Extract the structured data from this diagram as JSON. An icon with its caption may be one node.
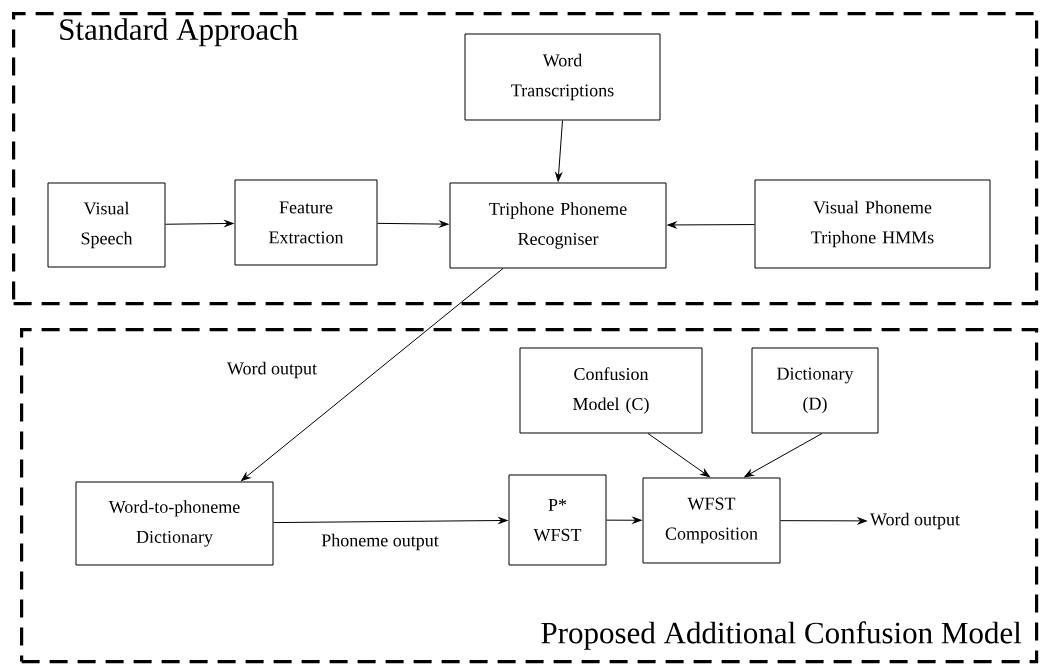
{
  "diagram": {
    "nodes": [
      {
        "text": [
          "Standard Approach"
        ]
      },
      {
        "text": [
          "Word Transcriptions"
        ],
        "in": 0
      },
      {
        "text": [
          "Visual Speech"
        ],
        "in": 0
      },
      {
        "text": [
          "Feature Extraction"
        ],
        "in": 0
      },
      {
        "text": [
          "Triphone Phoneme Recogniser"
        ],
        "in": 0
      },
      {
        "text": [
          "Visual Phoneme Triphone HMMs"
        ],
        "in": 0
      },
      {
        "text": [
          "Proposed Additional Confusion Model"
        ]
      },
      {
        "text": [
          "Confusion Model (C)"
        ],
        "in": 6
      },
      {
        "text": [
          "Dictionary (D)"
        ],
        "in": 6
      },
      {
        "text": [
          "Word-to-phoneme Dictionary"
        ],
        "in": 6
      },
      {
        "text": [
          "P* WFST"
        ],
        "in": 6
      },
      {
        "text": [
          "WFST Composition"
        ],
        "in": 6
      },
      {
        "text": [
          "Word output"
        ],
        "in": 6
      }
    ],
    "edges": [
      {
        "from": 2,
        "to": 3,
        "arrow": "to"
      },
      {
        "from": 3,
        "to": 4,
        "arrow": "to"
      },
      {
        "from": 1,
        "to": 4,
        "arrow": "to"
      },
      {
        "from": 5,
        "to": 4,
        "arrow": "to"
      },
      {
        "from": 4,
        "to": 9,
        "arrow": "to",
        "label": "Word output"
      },
      {
        "from": 9,
        "to": 10,
        "arrow": "to",
        "label": "Phoneme output"
      },
      {
        "from": 10,
        "to": 11,
        "arrow": "to"
      },
      {
        "from": 7,
        "to": 11,
        "arrow": "to"
      },
      {
        "from": 8,
        "to": 11,
        "arrow": "to"
      },
      {
        "from": 11,
        "to": 12,
        "arrow": "to"
      }
    ]
  }
}
